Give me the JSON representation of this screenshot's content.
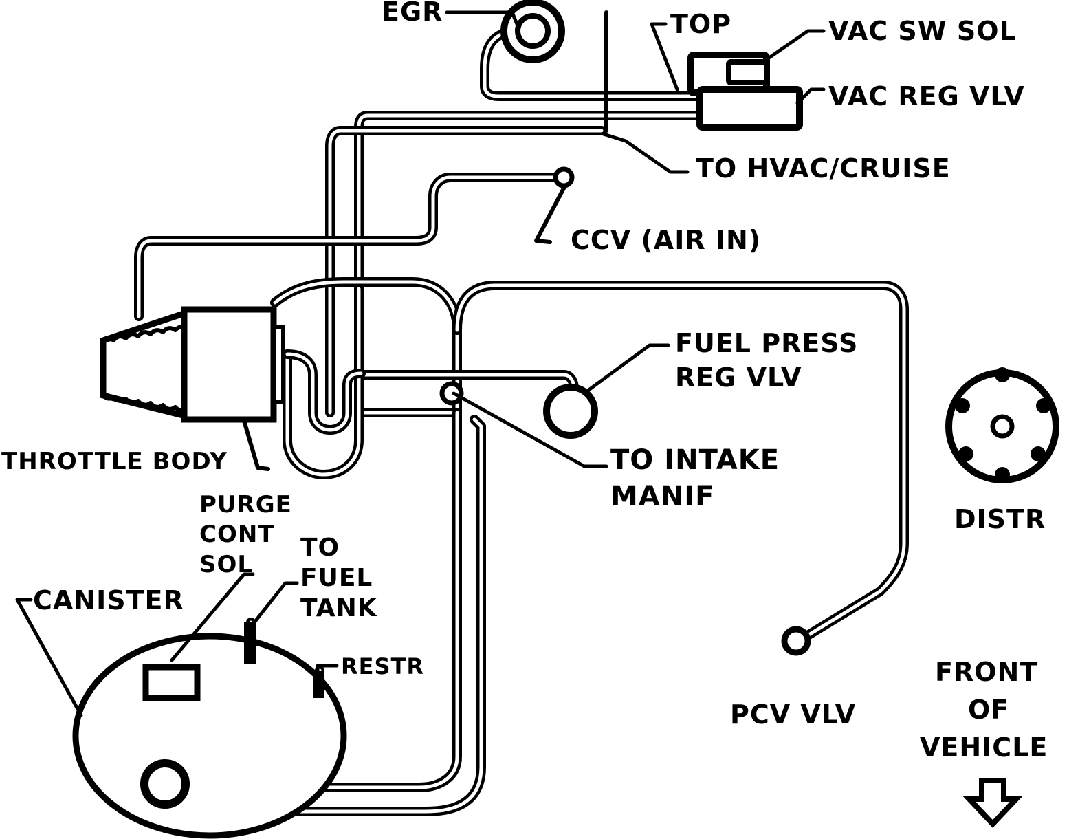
{
  "labels": {
    "egr": "EGR",
    "top": "TOP",
    "vac_sw_sol": "VAC SW SOL",
    "vac_reg_vlv": "VAC REG VLV",
    "to_hvac_cruise": "TO HVAC/CRUISE",
    "ccv_air_in": "CCV (AIR IN)",
    "fuel_press_reg_vlv": [
      "FUEL PRESS",
      "REG VLV"
    ],
    "throttle_body": "THROTTLE BODY",
    "to_intake_manif": [
      "TO INTAKE",
      "MANIF"
    ],
    "distr": "DISTR",
    "purge_cont_sol": [
      "PURGE",
      "CONT",
      "SOL"
    ],
    "to_fuel_tank": [
      "TO",
      "FUEL",
      "TANK"
    ],
    "canister": "CANISTER",
    "restr": "RESTR",
    "pcv_vlv": "PCV VLV",
    "front_of_vehicle": [
      "FRONT",
      "OF",
      "VEHICLE"
    ]
  },
  "icons": {
    "front_arrow": "down-arrow-icon"
  },
  "colors": {
    "ink": "#000000",
    "paper": "#ffffff"
  }
}
